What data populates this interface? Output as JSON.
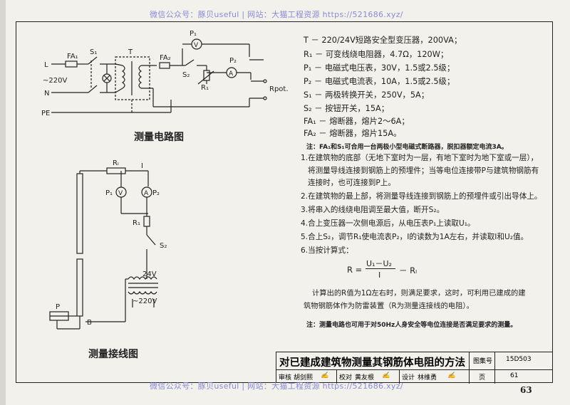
{
  "watermark": {
    "top": "微信公众号：豚贝useful | 网站：大猫工程资源 https://521686.xyz/",
    "bottom": "微信公众号：豚贝useful | 网站：大猫工程资源 https://521686.xyz/"
  },
  "diagram1": {
    "caption": "测量电路图",
    "labels": {
      "L": "L",
      "N": "N",
      "PE": "PE",
      "v220": "~220V",
      "FA1": "FA₁",
      "S1": "S₁",
      "T": "T",
      "FA2": "FA₂",
      "S2": "S₂",
      "P1": "P₁",
      "V": "V",
      "P2": "P₂",
      "A": "A",
      "R1": "R₁",
      "Rpot": "Rpot."
    }
  },
  "diagram2": {
    "caption": "测量接线图",
    "labels": {
      "Rl": "Rₗ",
      "I": "I",
      "P1": "P₁",
      "V": "V",
      "A": "A",
      "P2": "P₂",
      "R1": "R₁",
      "S2": "S₂",
      "v24": "24V",
      "v220": "~220V",
      "P": "P",
      "B": "B"
    }
  },
  "specs": [
    "T － 220/24V短路安全型变压器，200VA；",
    "R₁ － 可变线绕电阻器，4.7Ω，120W；",
    "P₁ － 电磁式电压表，30V，1.5或2.5级；",
    "P₂ － 电磁式电流表，10A，1.5或2.5级；",
    "S₁ － 两极转换开关，250V，5A；",
    "S₂ － 按钮开关，15A；",
    "FA₁ － 熔断器，熔片2～6A；",
    "FA₂ － 熔断器，熔片15A。"
  ],
  "spec_note": "注：FA₁和S₁可合用一台两极小型电磁式断路器，脱扣器额定电流3A。",
  "steps": [
    "1.在建筑物的底部（无地下室时为一层，有地下室时为地下室或一层），",
    "将测量导线连接到钢筋上的预埋件；当等电位连接带P与建筑物钢筋有",
    "连接时，也可连接到P上。",
    "2.在建筑物的最上部，将测量导线连接到钢筋上的预埋件或引出导体上。",
    "3.将串入的线绕电阻调至最大值，断开S₂。",
    "4.合上变压器一次侧电源后，从电压表P₁上读取U₁。",
    "5.合上S₂，调节R₁使电流表P₂，I的读数为1A左右，并读取I和U₂值。",
    "6.当按计算式："
  ],
  "formula": {
    "lhs": "R =",
    "numerator": "U₁－U₂",
    "denominator": "I",
    "tail": "－ Rₗ"
  },
  "result_text": [
    "计算出的R值为1Ω左右时，则满足要求，这时，可利用已建成的建",
    "筑物钢筋体作为防雷装置（R为测量连接线的电阻）。"
  ],
  "bottom_note": "注：测量电路也可用于对50Hz人身安全等电位连接是否满足要求的测量。",
  "title_block": {
    "title": "对已建成建筑物测量其钢筋体电阻的方法",
    "atlas_label": "图集号",
    "atlas_no": "15D503",
    "review_label": "审核",
    "reviewer": "胡剑熙",
    "check_label": "校对",
    "checker": "黄友根",
    "design_label": "设计",
    "designer": "林维勇",
    "page_label": "页",
    "page_no": "61"
  },
  "book_page": "63"
}
